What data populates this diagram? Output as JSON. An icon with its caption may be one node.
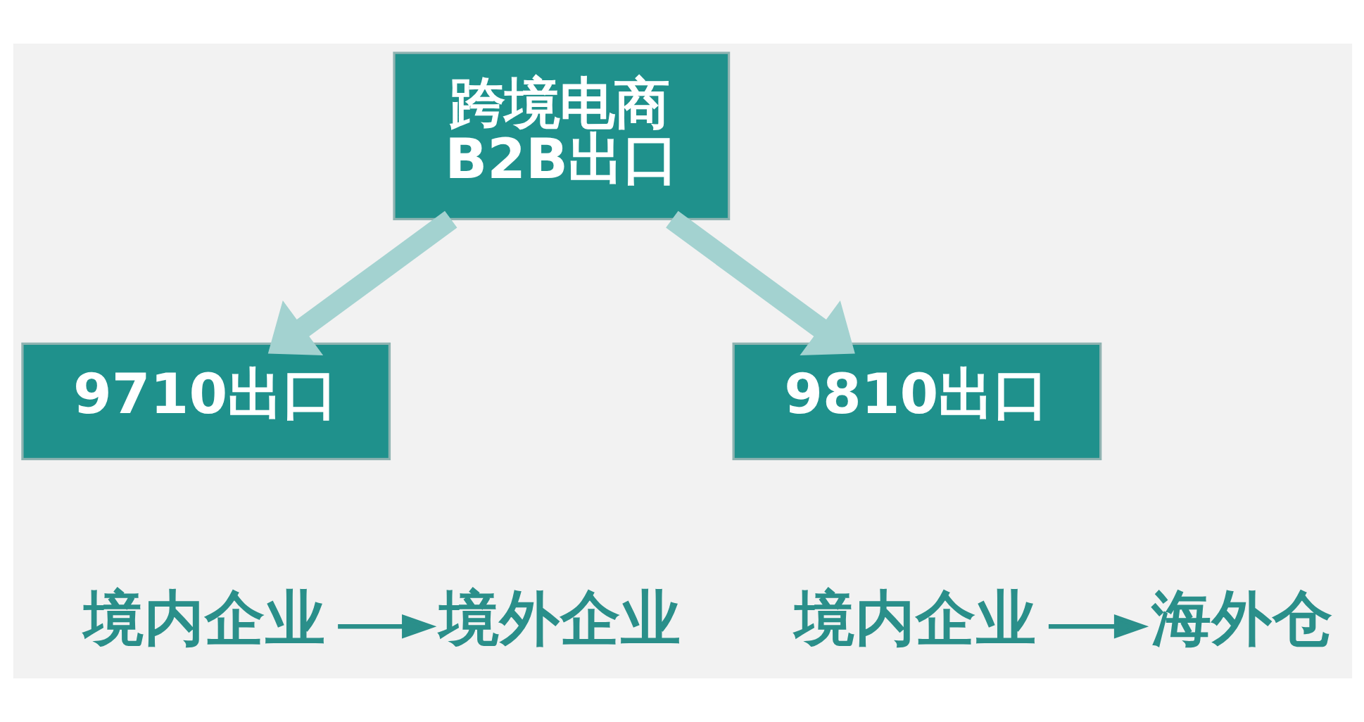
{
  "diagram": {
    "nodes": [
      {
        "text": [
          "跨境电商B2B出口"
        ]
      },
      {
        "text": [
          "9710出口"
        ]
      },
      {
        "text": [
          "9810出口"
        ]
      },
      {
        "text": [
          "境内企业"
        ]
      },
      {
        "text": [
          "境外企业"
        ]
      },
      {
        "text": [
          "境内企业"
        ]
      },
      {
        "text": [
          "海外仓"
        ]
      }
    ],
    "edges": [
      {
        "from": 0,
        "to": 1,
        "arrow": "to",
        "style": "thick",
        "color": "#a3d2d0"
      },
      {
        "from": 0,
        "to": 2,
        "arrow": "to",
        "style": "thick",
        "color": "#a3d2d0"
      },
      {
        "from": 3,
        "to": 4,
        "arrow": "to",
        "color": "#2a8f8a"
      },
      {
        "from": 5,
        "to": 6,
        "arrow": "to",
        "color": "#2a8f8a"
      }
    ]
  }
}
